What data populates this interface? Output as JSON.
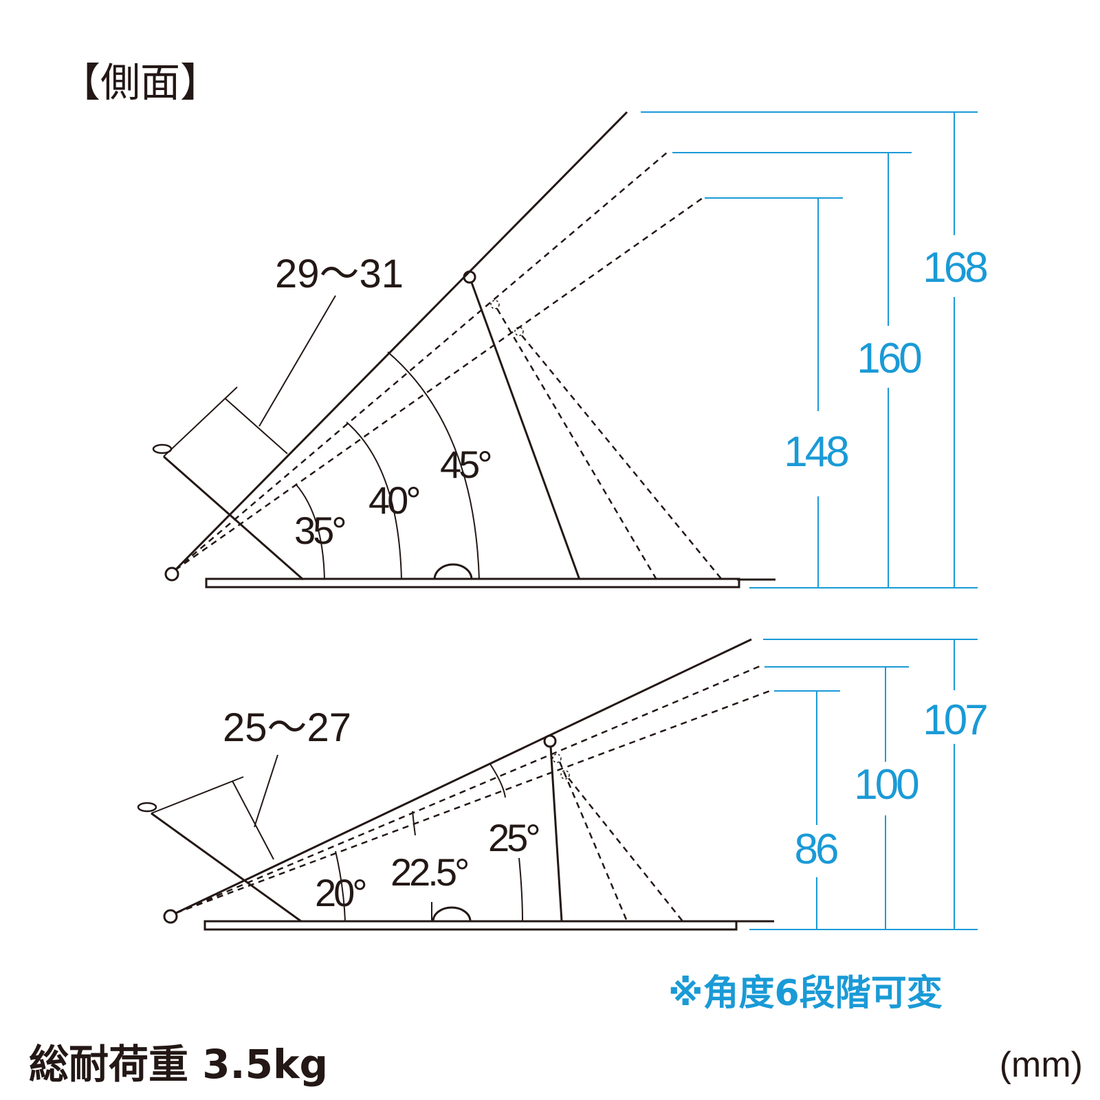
{
  "title": "【側面】",
  "colors": {
    "ink": "#231815",
    "dimension": "#1a9ad6"
  },
  "top_view": {
    "handle_label": "29～31",
    "angles": [
      "35°",
      "40°",
      "45°"
    ],
    "heights": [
      "168",
      "160",
      "148"
    ]
  },
  "bottom_view": {
    "handle_label": "25～27",
    "angles": [
      "20°",
      "22.5°",
      "25°"
    ],
    "heights": [
      "107",
      "100",
      "86"
    ]
  },
  "note": "※角度6段階可変",
  "load": "総耐荷重 3.5kg",
  "unit": "(mm)"
}
